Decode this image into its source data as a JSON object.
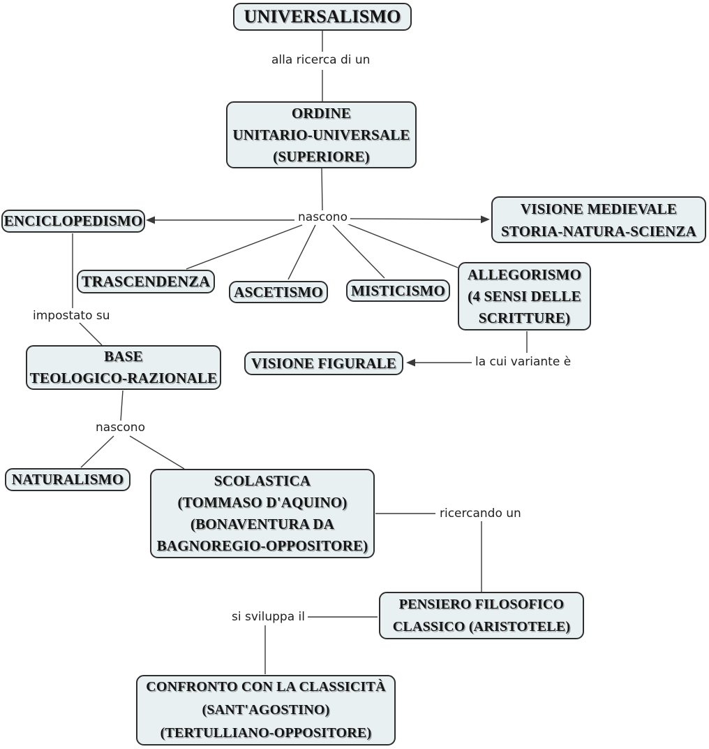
{
  "diagram": {
    "background": "#ffffff",
    "node_fill": "#e9f0f2",
    "node_border": "#2e2e2e",
    "connector_color": "#3a3a3a",
    "node_text_color": "#141414",
    "label_text_color": "#1f1f1f"
  },
  "nodes": {
    "universalismo": {
      "label": "UNIVERSALISMO"
    },
    "ordine": {
      "label": "ORDINE\nUNITARIO-UNIVERSALE\n(SUPERIORE)"
    },
    "enciclopedismo": {
      "label": "ENCICLOPEDISMO"
    },
    "visione_medievale": {
      "label": "VISIONE MEDIEVALE\nSTORIA-NATURA-SCIENZA"
    },
    "trascendenza": {
      "label": "TRASCENDENZA"
    },
    "ascetismo": {
      "label": "ASCETISMO"
    },
    "misticismo": {
      "label": "MISTICISMO"
    },
    "allegorismo": {
      "label": "ALLEGORISMO\n(4 SENSI DELLE\nSCRITTURE)"
    },
    "base_teologico": {
      "label": "BASE\nTEOLOGICO-RAZIONALE"
    },
    "visione_figurale": {
      "label": "VISIONE FIGURALE"
    },
    "naturalismo": {
      "label": "NATURALISMO"
    },
    "scolastica": {
      "label": "SCOLASTICA\n(TOMMASO D'AQUINO)\n(BONAVENTURA DA\nBAGNOREGIO-OPPOSITORE)"
    },
    "pensiero_filosofico": {
      "label": "PENSIERO FILOSOFICO\nCLASSICO (ARISTOTELE)"
    },
    "confronto": {
      "label": "CONFRONTO CON LA CLASSICITÀ\n(SANT'AGOSTINO)\n(TERTULLIANO-OPPOSITORE)"
    }
  },
  "links": {
    "alla_ricerca_di_un": {
      "label": "alla ricerca di un"
    },
    "nascono_1": {
      "label": "nascono"
    },
    "impostato_su": {
      "label": "impostato su"
    },
    "la_cui_variante_e": {
      "label": "la cui variante è"
    },
    "nascono_2": {
      "label": "nascono"
    },
    "ricercando_un": {
      "label": "ricercando un"
    },
    "si_sviluppa_il": {
      "label": "si sviluppa il"
    }
  }
}
